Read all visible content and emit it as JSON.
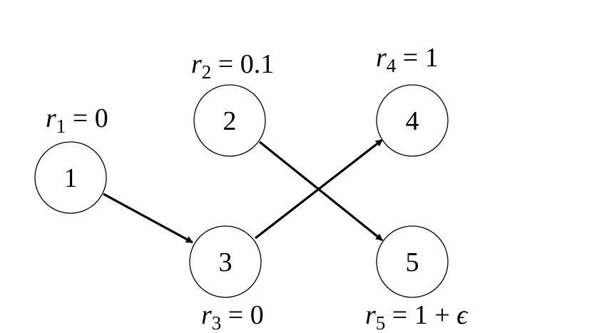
{
  "nodes": [
    {
      "id": "1",
      "label": "1",
      "reward": {
        "var": "r",
        "sub": "1",
        "eq": " = 0"
      }
    },
    {
      "id": "2",
      "label": "2",
      "reward": {
        "var": "r",
        "sub": "2",
        "eq": " = 0.1"
      }
    },
    {
      "id": "3",
      "label": "3",
      "reward": {
        "var": "r",
        "sub": "3",
        "eq": " = 0"
      }
    },
    {
      "id": "4",
      "label": "4",
      "reward": {
        "var": "r",
        "sub": "4",
        "eq": " = 1"
      }
    },
    {
      "id": "5",
      "label": "5",
      "reward": {
        "var": "r",
        "sub": "5",
        "eq": " = 1 + ",
        "extra": "ϵ"
      }
    }
  ],
  "edges": [
    {
      "from": "1",
      "to": "3"
    },
    {
      "from": "3",
      "to": "4"
    },
    {
      "from": "2",
      "to": "5"
    }
  ],
  "colors": {
    "stroke": "#000000",
    "background": "#ffffff"
  }
}
